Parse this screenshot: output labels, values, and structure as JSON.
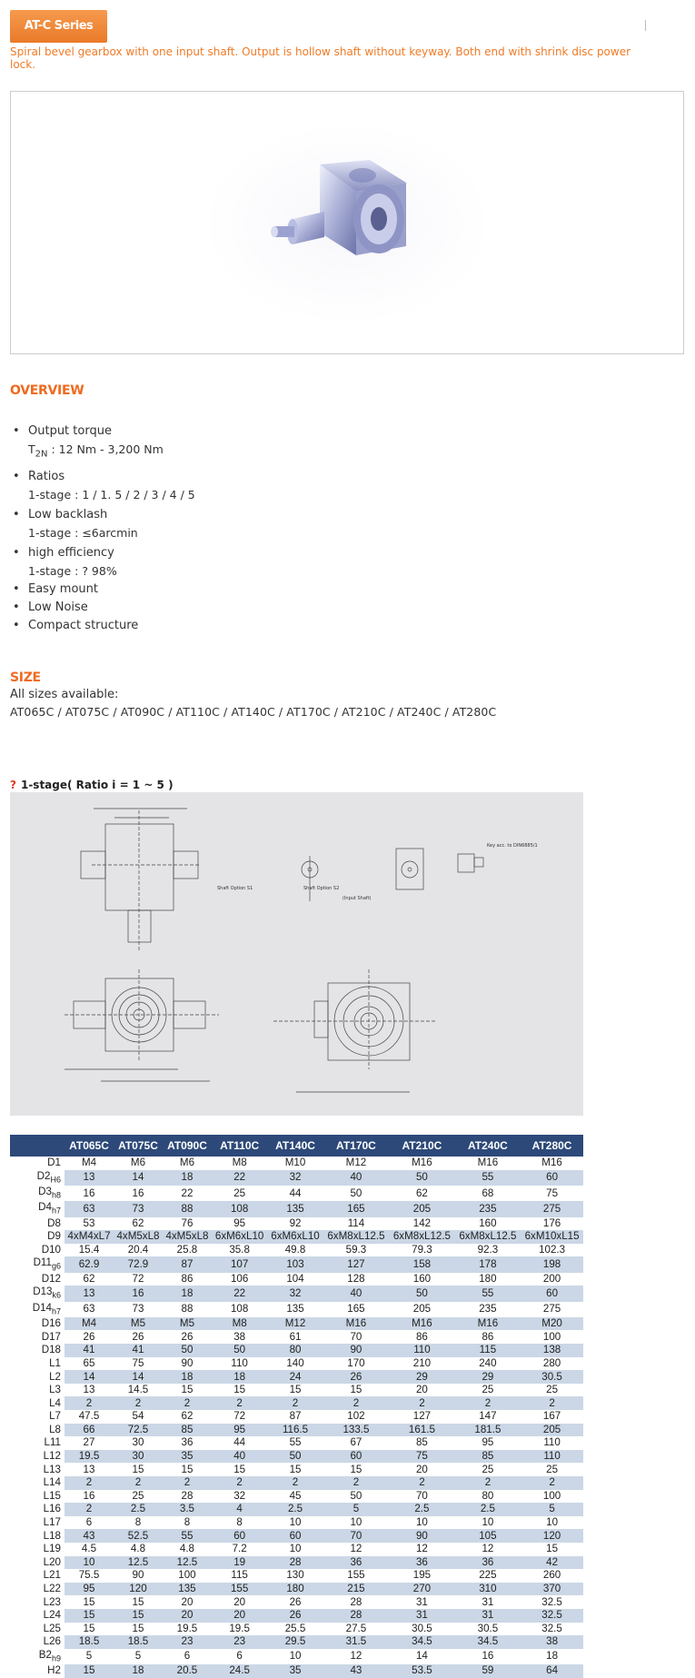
{
  "header": {
    "tab_label": "AT-C Series",
    "subtitle": "Spiral bevel gearbox with one input shaft. Output is hollow shaft without keyway. Both end with shrink disc power lock."
  },
  "overview": {
    "title": "OVERVIEW",
    "features": [
      {
        "label": "Output torque",
        "detail_prefix": "T",
        "detail_sub": "2N",
        "detail": " : 12 Nm - 3,200 Nm"
      },
      {
        "label": "Ratios",
        "detail_prefix": "",
        "detail_sub": "",
        "detail": "1-stage : 1 / 1. 5 / 2 / 3 / 4 / 5"
      },
      {
        "label": "Low backlash",
        "detail_prefix": "",
        "detail_sub": "",
        "detail": "1-stage : ≤6arcmin"
      },
      {
        "label": "high efficiency",
        "detail_prefix": "",
        "detail_sub": "",
        "detail": "1-stage : ? 98%"
      },
      {
        "label": "Easy mount",
        "detail_prefix": "",
        "detail_sub": "",
        "detail": ""
      },
      {
        "label": "Low Noise",
        "detail_prefix": "",
        "detail_sub": "",
        "detail": ""
      },
      {
        "label": "Compact structure",
        "detail_prefix": "",
        "detail_sub": "",
        "detail": ""
      }
    ]
  },
  "size": {
    "title": "SIZE",
    "available_label": "All sizes available:",
    "list": "AT065C / AT075C / AT090C / AT110C / AT140C / AT170C / AT210C / AT240C / AT280C"
  },
  "stage": {
    "marker": "?",
    "title": "1-stage( Ratio i = 1 ~ 5 )"
  },
  "drawing_labels": {
    "shaft_option_s1": "Shaft Option S1",
    "shaft_option_s2": "Shaft Option S2",
    "input_shaft": "(Input Shaft)",
    "key_acc": "Key acc. to DIN6885/1"
  },
  "spec_table": {
    "models": [
      "AT065C",
      "AT075C",
      "AT090C",
      "AT110C",
      "AT140C",
      "AT170C",
      "AT210C",
      "AT240C",
      "AT280C"
    ],
    "rows": [
      {
        "label": "D1",
        "sub": "",
        "values": [
          "M4",
          "M6",
          "M6",
          "M8",
          "M10",
          "M12",
          "M16",
          "M16",
          "M16"
        ]
      },
      {
        "label": "D2",
        "sub": "H6",
        "values": [
          "13",
          "14",
          "18",
          "22",
          "32",
          "40",
          "50",
          "55",
          "60"
        ]
      },
      {
        "label": "D3",
        "sub": "h8",
        "values": [
          "16",
          "16",
          "22",
          "25",
          "44",
          "50",
          "62",
          "68",
          "75"
        ]
      },
      {
        "label": "D4",
        "sub": "h7",
        "values": [
          "63",
          "73",
          "88",
          "108",
          "135",
          "165",
          "205",
          "235",
          "275"
        ]
      },
      {
        "label": "D8",
        "sub": "",
        "values": [
          "53",
          "62",
          "76",
          "95",
          "92",
          "114",
          "142",
          "160",
          "176"
        ]
      },
      {
        "label": "D9",
        "sub": "",
        "values": [
          "4xM4xL7",
          "4xM5xL8",
          "4xM5xL8",
          "6xM6xL10",
          "6xM6xL10",
          "6xM8xL12.5",
          "6xM8xL12.5",
          "6xM8xL12.5",
          "6xM10xL15"
        ]
      },
      {
        "label": "D10",
        "sub": "",
        "values": [
          "15.4",
          "20.4",
          "25.8",
          "35.8",
          "49.8",
          "59.3",
          "79.3",
          "92.3",
          "102.3"
        ]
      },
      {
        "label": "D11",
        "sub": "g6",
        "values": [
          "62.9",
          "72.9",
          "87",
          "107",
          "103",
          "127",
          "158",
          "178",
          "198"
        ]
      },
      {
        "label": "D12",
        "sub": "",
        "values": [
          "62",
          "72",
          "86",
          "106",
          "104",
          "128",
          "160",
          "180",
          "200"
        ]
      },
      {
        "label": "D13",
        "sub": "k6",
        "values": [
          "13",
          "16",
          "18",
          "22",
          "32",
          "40",
          "50",
          "55",
          "60"
        ]
      },
      {
        "label": "D14",
        "sub": "h7",
        "values": [
          "63",
          "73",
          "88",
          "108",
          "135",
          "165",
          "205",
          "235",
          "275"
        ]
      },
      {
        "label": "D16",
        "sub": "",
        "values": [
          "M4",
          "M5",
          "M5",
          "M8",
          "M12",
          "M16",
          "M16",
          "M16",
          "M20"
        ]
      },
      {
        "label": "D17",
        "sub": "",
        "values": [
          "26",
          "26",
          "26",
          "38",
          "61",
          "70",
          "86",
          "86",
          "100"
        ]
      },
      {
        "label": "D18",
        "sub": "",
        "values": [
          "41",
          "41",
          "50",
          "50",
          "80",
          "90",
          "110",
          "115",
          "138"
        ]
      },
      {
        "label": "L1",
        "sub": "",
        "values": [
          "65",
          "75",
          "90",
          "110",
          "140",
          "170",
          "210",
          "240",
          "280"
        ]
      },
      {
        "label": "L2",
        "sub": "",
        "values": [
          "14",
          "14",
          "18",
          "18",
          "24",
          "26",
          "29",
          "29",
          "30.5"
        ]
      },
      {
        "label": "L3",
        "sub": "",
        "values": [
          "13",
          "14.5",
          "15",
          "15",
          "15",
          "15",
          "20",
          "25",
          "25"
        ]
      },
      {
        "label": "L4",
        "sub": "",
        "values": [
          "2",
          "2",
          "2",
          "2",
          "2",
          "2",
          "2",
          "2",
          "2"
        ]
      },
      {
        "label": "L7",
        "sub": "",
        "values": [
          "47.5",
          "54",
          "62",
          "72",
          "87",
          "102",
          "127",
          "147",
          "167"
        ]
      },
      {
        "label": "L8",
        "sub": "",
        "values": [
          "66",
          "72.5",
          "85",
          "95",
          "116.5",
          "133.5",
          "161.5",
          "181.5",
          "205"
        ]
      },
      {
        "label": "L11",
        "sub": "",
        "values": [
          "27",
          "30",
          "36",
          "44",
          "55",
          "67",
          "85",
          "95",
          "110"
        ]
      },
      {
        "label": "L12",
        "sub": "",
        "values": [
          "19.5",
          "30",
          "35",
          "40",
          "50",
          "60",
          "75",
          "85",
          "110"
        ]
      },
      {
        "label": "L13",
        "sub": "",
        "values": [
          "13",
          "15",
          "15",
          "15",
          "15",
          "15",
          "20",
          "25",
          "25"
        ]
      },
      {
        "label": "L14",
        "sub": "",
        "values": [
          "2",
          "2",
          "2",
          "2",
          "2",
          "2",
          "2",
          "2",
          "2"
        ]
      },
      {
        "label": "L15",
        "sub": "",
        "values": [
          "16",
          "25",
          "28",
          "32",
          "45",
          "50",
          "70",
          "80",
          "100"
        ]
      },
      {
        "label": "L16",
        "sub": "",
        "values": [
          "2",
          "2.5",
          "3.5",
          "4",
          "2.5",
          "5",
          "2.5",
          "2.5",
          "5"
        ]
      },
      {
        "label": "L17",
        "sub": "",
        "values": [
          "6",
          "8",
          "8",
          "8",
          "10",
          "10",
          "10",
          "10",
          "10"
        ]
      },
      {
        "label": "L18",
        "sub": "",
        "values": [
          "43",
          "52.5",
          "55",
          "60",
          "60",
          "70",
          "90",
          "105",
          "120"
        ]
      },
      {
        "label": "L19",
        "sub": "",
        "values": [
          "4.5",
          "4.8",
          "4.8",
          "7.2",
          "10",
          "12",
          "12",
          "12",
          "15"
        ]
      },
      {
        "label": "L20",
        "sub": "",
        "values": [
          "10",
          "12.5",
          "12.5",
          "19",
          "28",
          "36",
          "36",
          "36",
          "42"
        ]
      },
      {
        "label": "L21",
        "sub": "",
        "values": [
          "75.5",
          "90",
          "100",
          "115",
          "130",
          "155",
          "195",
          "225",
          "260"
        ]
      },
      {
        "label": "L22",
        "sub": "",
        "values": [
          "95",
          "120",
          "135",
          "155",
          "180",
          "215",
          "270",
          "310",
          "370"
        ]
      },
      {
        "label": "L23",
        "sub": "",
        "values": [
          "15",
          "15",
          "20",
          "20",
          "26",
          "28",
          "31",
          "31",
          "32.5"
        ]
      },
      {
        "label": "L24",
        "sub": "",
        "values": [
          "15",
          "15",
          "20",
          "20",
          "26",
          "28",
          "31",
          "31",
          "32.5"
        ]
      },
      {
        "label": "L25",
        "sub": "",
        "values": [
          "15",
          "15",
          "19.5",
          "19.5",
          "25.5",
          "27.5",
          "30.5",
          "30.5",
          "32.5"
        ]
      },
      {
        "label": "L26",
        "sub": "",
        "values": [
          "18.5",
          "18.5",
          "23",
          "23",
          "29.5",
          "31.5",
          "34.5",
          "34.5",
          "38"
        ]
      },
      {
        "label": "B2",
        "sub": "h9",
        "values": [
          "5",
          "5",
          "6",
          "6",
          "10",
          "12",
          "14",
          "16",
          "18"
        ]
      },
      {
        "label": "H2",
        "sub": "",
        "values": [
          "15",
          "18",
          "20.5",
          "24.5",
          "35",
          "43",
          "53.5",
          "59",
          "64"
        ]
      }
    ]
  }
}
